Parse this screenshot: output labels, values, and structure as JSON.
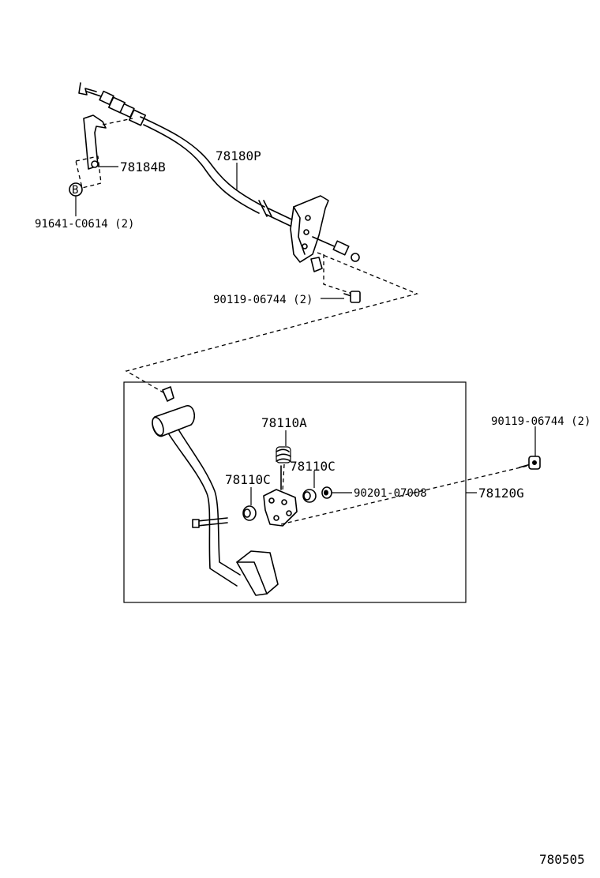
{
  "diagram": {
    "labels": {
      "cable": "78180P",
      "bracket": "78184B",
      "bracket_fastener": "91641-C0614 (2)",
      "fastener_marker": "B",
      "upper_bolt": "90119-06744 (2)",
      "spring": "78110A",
      "bushing_left": "78110C",
      "bushing_right": "78110C",
      "pivot_bolt": "90201-07008",
      "pedal_assy": "78120G",
      "side_bolt": "90119-06744 (2)"
    },
    "figure_number": "780505"
  }
}
